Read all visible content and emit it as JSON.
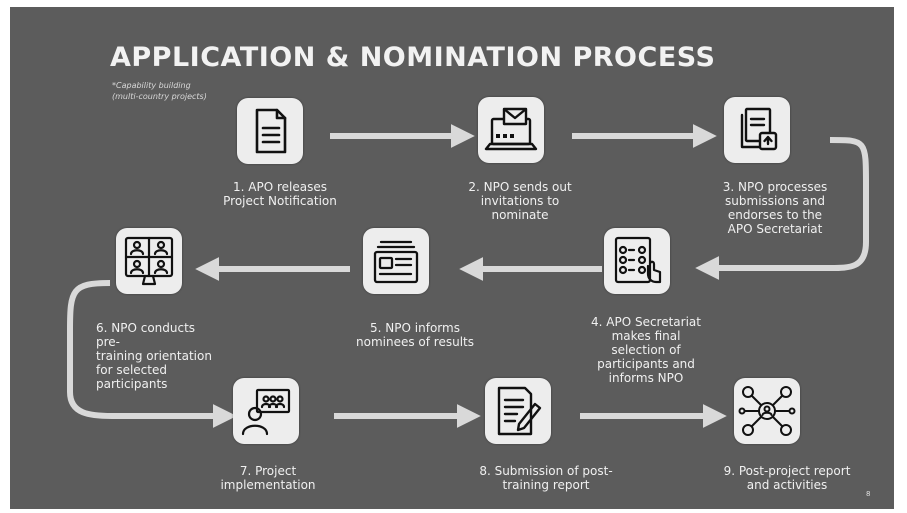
{
  "title": "APPLICATION & NOMINATION PROCESS",
  "subtitle": "*Capability building\n(multi-country projects)",
  "page_number": "8",
  "steps": [
    {
      "label": "1. APO releases\nProject Notification",
      "icon": "document-icon"
    },
    {
      "label": "2. NPO sends out\ninvitations to\nnominate",
      "icon": "laptop-mail-icon"
    },
    {
      "label": "3. NPO processes\nsubmissions and\nendorses to the\nAPO Secretariat",
      "icon": "document-upload-icon"
    },
    {
      "label": "4. APO Secretariat\nmakes final\nselection of\nparticipants and\ninforms NPO",
      "icon": "checklist-selection-icon"
    },
    {
      "label": "5. NPO informs\nnominees of results",
      "icon": "file-cards-icon"
    },
    {
      "label": "6. NPO conducts pre-\ntraining orientation\nfor selected\nparticipants",
      "icon": "video-conference-icon"
    },
    {
      "label": "7. Project\nimplementation",
      "icon": "presentation-screen-icon"
    },
    {
      "label": "8. Submission of post-\ntraining report",
      "icon": "report-pen-icon"
    },
    {
      "label": "9. Post-project report\nand activities",
      "icon": "network-people-icon"
    }
  ]
}
